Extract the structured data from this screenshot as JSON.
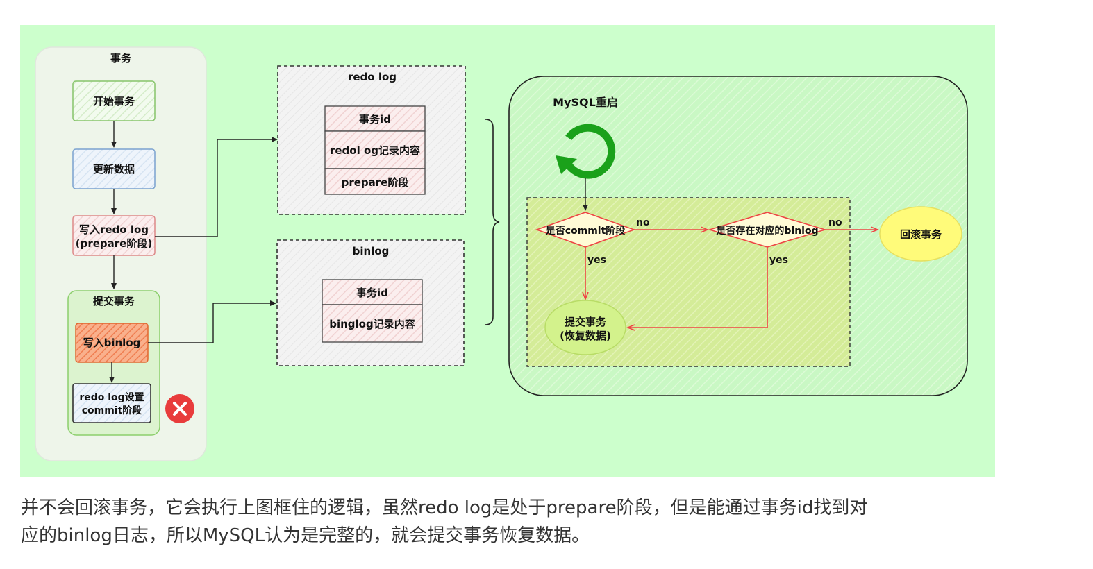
{
  "diagram": {
    "transaction_group": {
      "title": "事务",
      "start": "开始事务",
      "update": "更新数据",
      "write_redo_line1": "写入redo log",
      "write_redo_line2": "(prepare阶段)",
      "commit_group_title": "提交事务",
      "write_binlog": "写入binlog",
      "redo_commit_line1": "redo log设置",
      "redo_commit_line2": "commit阶段"
    },
    "redo_log_box": {
      "title": "redo log",
      "rows": [
        "事务id",
        "redol og记录内容",
        "prepare阶段"
      ]
    },
    "binlog_box": {
      "title": "binlog",
      "rows": [
        "事务id",
        "binglog记录内容"
      ]
    },
    "restart": {
      "title": "MySQL重启",
      "decision1": "是否commit阶段",
      "decision2": "是否存在对应的binlog",
      "no_label_1": "no",
      "no_label_2": "no",
      "yes_label_1": "yes",
      "yes_label_2": "yes",
      "rollback": "回滚事务",
      "commit_line1": "提交事务",
      "commit_line2": "(恢复数据)"
    },
    "colors": {
      "background": "#ccffcc",
      "failure_icon": "#e83c3c",
      "restart_icon": "#1aa11a",
      "arrow_red": "#ee4444"
    },
    "icons": [
      "refresh-icon",
      "failure-x-icon"
    ]
  },
  "caption": {
    "line1": "并不会回滚事务，它会执行上图框住的逻辑，虽然redo log是处于prepare阶段，但是能通过事务id找到对",
    "line2": "应的binlog日志，所以MySQL认为是完整的，就会提交事务恢复数据。"
  }
}
